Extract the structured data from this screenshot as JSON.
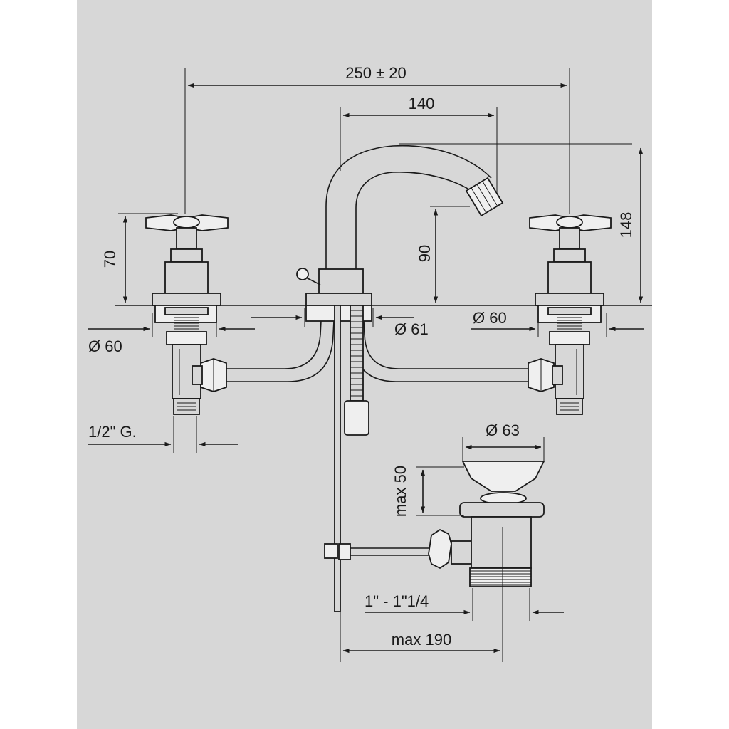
{
  "dimensions": {
    "overall_width": "250 ± 20",
    "spout_reach": "140",
    "total_height": "148",
    "handle_height": "70",
    "spout_height": "90",
    "left_base_diameter": "Ø 60",
    "right_base_diameter": "Ø 60",
    "center_base_diameter": "Ø 61",
    "inlet_thread": "1/2\" G.",
    "waste_diameter": "Ø 63",
    "waste_height": "max 50",
    "waste_thread": "1\" - 1\"1/4",
    "pullrod_length": "max 190"
  }
}
